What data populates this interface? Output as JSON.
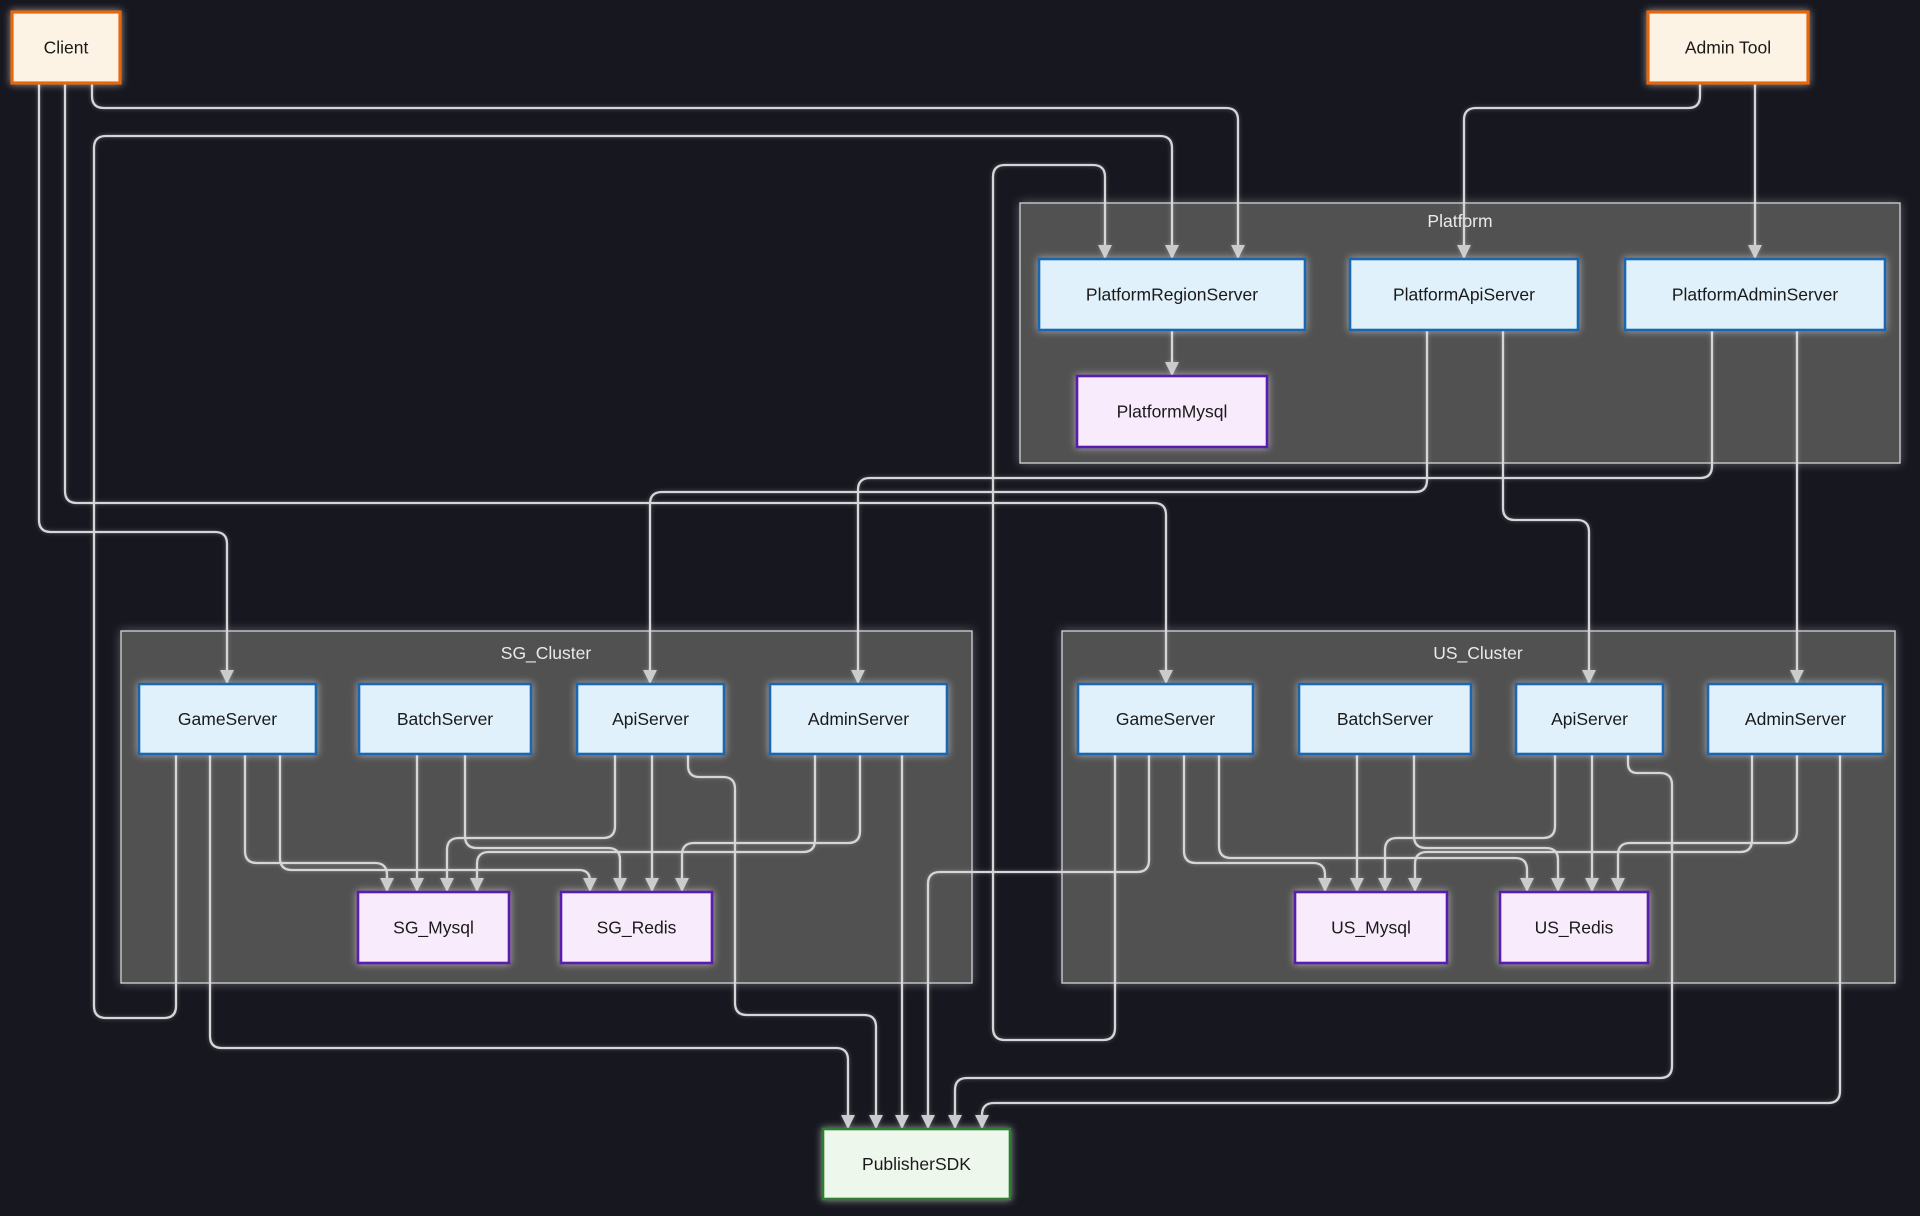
{
  "diagram": {
    "type": "architecture-flowchart",
    "containers": [
      {
        "id": "platform",
        "label": "Platform"
      },
      {
        "id": "sg_cluster",
        "label": "SG_Cluster"
      },
      {
        "id": "us_cluster",
        "label": "US_Cluster"
      }
    ],
    "nodes": [
      {
        "id": "client",
        "label": "Client",
        "kind": "external"
      },
      {
        "id": "admin_tool",
        "label": "Admin Tool",
        "kind": "external"
      },
      {
        "id": "platform_region_server",
        "label": "PlatformRegionServer",
        "kind": "service",
        "container": "platform"
      },
      {
        "id": "platform_api_server",
        "label": "PlatformApiServer",
        "kind": "service",
        "container": "platform"
      },
      {
        "id": "platform_admin_server",
        "label": "PlatformAdminServer",
        "kind": "service",
        "container": "platform"
      },
      {
        "id": "platform_mysql",
        "label": "PlatformMysql",
        "kind": "database",
        "container": "platform"
      },
      {
        "id": "sg_game_server",
        "label": "GameServer",
        "kind": "service",
        "container": "sg_cluster"
      },
      {
        "id": "sg_batch_server",
        "label": "BatchServer",
        "kind": "service",
        "container": "sg_cluster"
      },
      {
        "id": "sg_api_server",
        "label": "ApiServer",
        "kind": "service",
        "container": "sg_cluster"
      },
      {
        "id": "sg_admin_server",
        "label": "AdminServer",
        "kind": "service",
        "container": "sg_cluster"
      },
      {
        "id": "sg_mysql",
        "label": "SG_Mysql",
        "kind": "database",
        "container": "sg_cluster"
      },
      {
        "id": "sg_redis",
        "label": "SG_Redis",
        "kind": "database",
        "container": "sg_cluster"
      },
      {
        "id": "us_game_server",
        "label": "GameServer",
        "kind": "service",
        "container": "us_cluster"
      },
      {
        "id": "us_batch_server",
        "label": "BatchServer",
        "kind": "service",
        "container": "us_cluster"
      },
      {
        "id": "us_api_server",
        "label": "ApiServer",
        "kind": "service",
        "container": "us_cluster"
      },
      {
        "id": "us_admin_server",
        "label": "AdminServer",
        "kind": "service",
        "container": "us_cluster"
      },
      {
        "id": "us_mysql",
        "label": "US_Mysql",
        "kind": "database",
        "container": "us_cluster"
      },
      {
        "id": "us_redis",
        "label": "US_Redis",
        "kind": "database",
        "container": "us_cluster"
      },
      {
        "id": "publisher_sdk",
        "label": "PublisherSDK",
        "kind": "sdk"
      }
    ],
    "edges": [
      {
        "from": "client",
        "to": "platform_region_server"
      },
      {
        "from": "client",
        "to": "sg_game_server"
      },
      {
        "from": "client",
        "to": "us_game_server"
      },
      {
        "from": "admin_tool",
        "to": "platform_api_server"
      },
      {
        "from": "admin_tool",
        "to": "platform_admin_server"
      },
      {
        "from": "platform_region_server",
        "to": "platform_mysql"
      },
      {
        "from": "platform_api_server",
        "to": "sg_api_server"
      },
      {
        "from": "platform_api_server",
        "to": "us_api_server"
      },
      {
        "from": "platform_admin_server",
        "to": "sg_admin_server"
      },
      {
        "from": "platform_admin_server",
        "to": "us_admin_server"
      },
      {
        "from": "sg_game_server",
        "to": "sg_mysql"
      },
      {
        "from": "sg_game_server",
        "to": "sg_redis"
      },
      {
        "from": "sg_game_server",
        "to": "platform_region_server"
      },
      {
        "from": "sg_game_server",
        "to": "publisher_sdk"
      },
      {
        "from": "sg_batch_server",
        "to": "sg_mysql"
      },
      {
        "from": "sg_batch_server",
        "to": "sg_redis"
      },
      {
        "from": "sg_api_server",
        "to": "sg_mysql"
      },
      {
        "from": "sg_api_server",
        "to": "sg_redis"
      },
      {
        "from": "sg_api_server",
        "to": "publisher_sdk"
      },
      {
        "from": "sg_admin_server",
        "to": "sg_mysql"
      },
      {
        "from": "sg_admin_server",
        "to": "sg_redis"
      },
      {
        "from": "sg_admin_server",
        "to": "publisher_sdk"
      },
      {
        "from": "us_game_server",
        "to": "us_mysql"
      },
      {
        "from": "us_game_server",
        "to": "us_redis"
      },
      {
        "from": "us_game_server",
        "to": "platform_region_server"
      },
      {
        "from": "us_game_server",
        "to": "publisher_sdk"
      },
      {
        "from": "us_batch_server",
        "to": "us_mysql"
      },
      {
        "from": "us_batch_server",
        "to": "us_redis"
      },
      {
        "from": "us_api_server",
        "to": "us_mysql"
      },
      {
        "from": "us_api_server",
        "to": "us_redis"
      },
      {
        "from": "us_api_server",
        "to": "publisher_sdk"
      },
      {
        "from": "us_admin_server",
        "to": "us_mysql"
      },
      {
        "from": "us_admin_server",
        "to": "us_redis"
      },
      {
        "from": "us_admin_server",
        "to": "publisher_sdk"
      }
    ],
    "colors": {
      "background": "#171720",
      "edge": "#d6d6d8",
      "arrowhead": "#c9cbcd",
      "external_fill": "#fdf3e4",
      "external_border": "#e5680f",
      "service_fill": "#e0f1fb",
      "service_border": "#1a66b0",
      "database_fill": "#f8ecfc",
      "database_border": "#5a1cb0",
      "sdk_fill": "#eef7ec",
      "sdk_border": "#2f7d32",
      "container_fill": "#515151",
      "container_label": "#e8eaec"
    }
  }
}
